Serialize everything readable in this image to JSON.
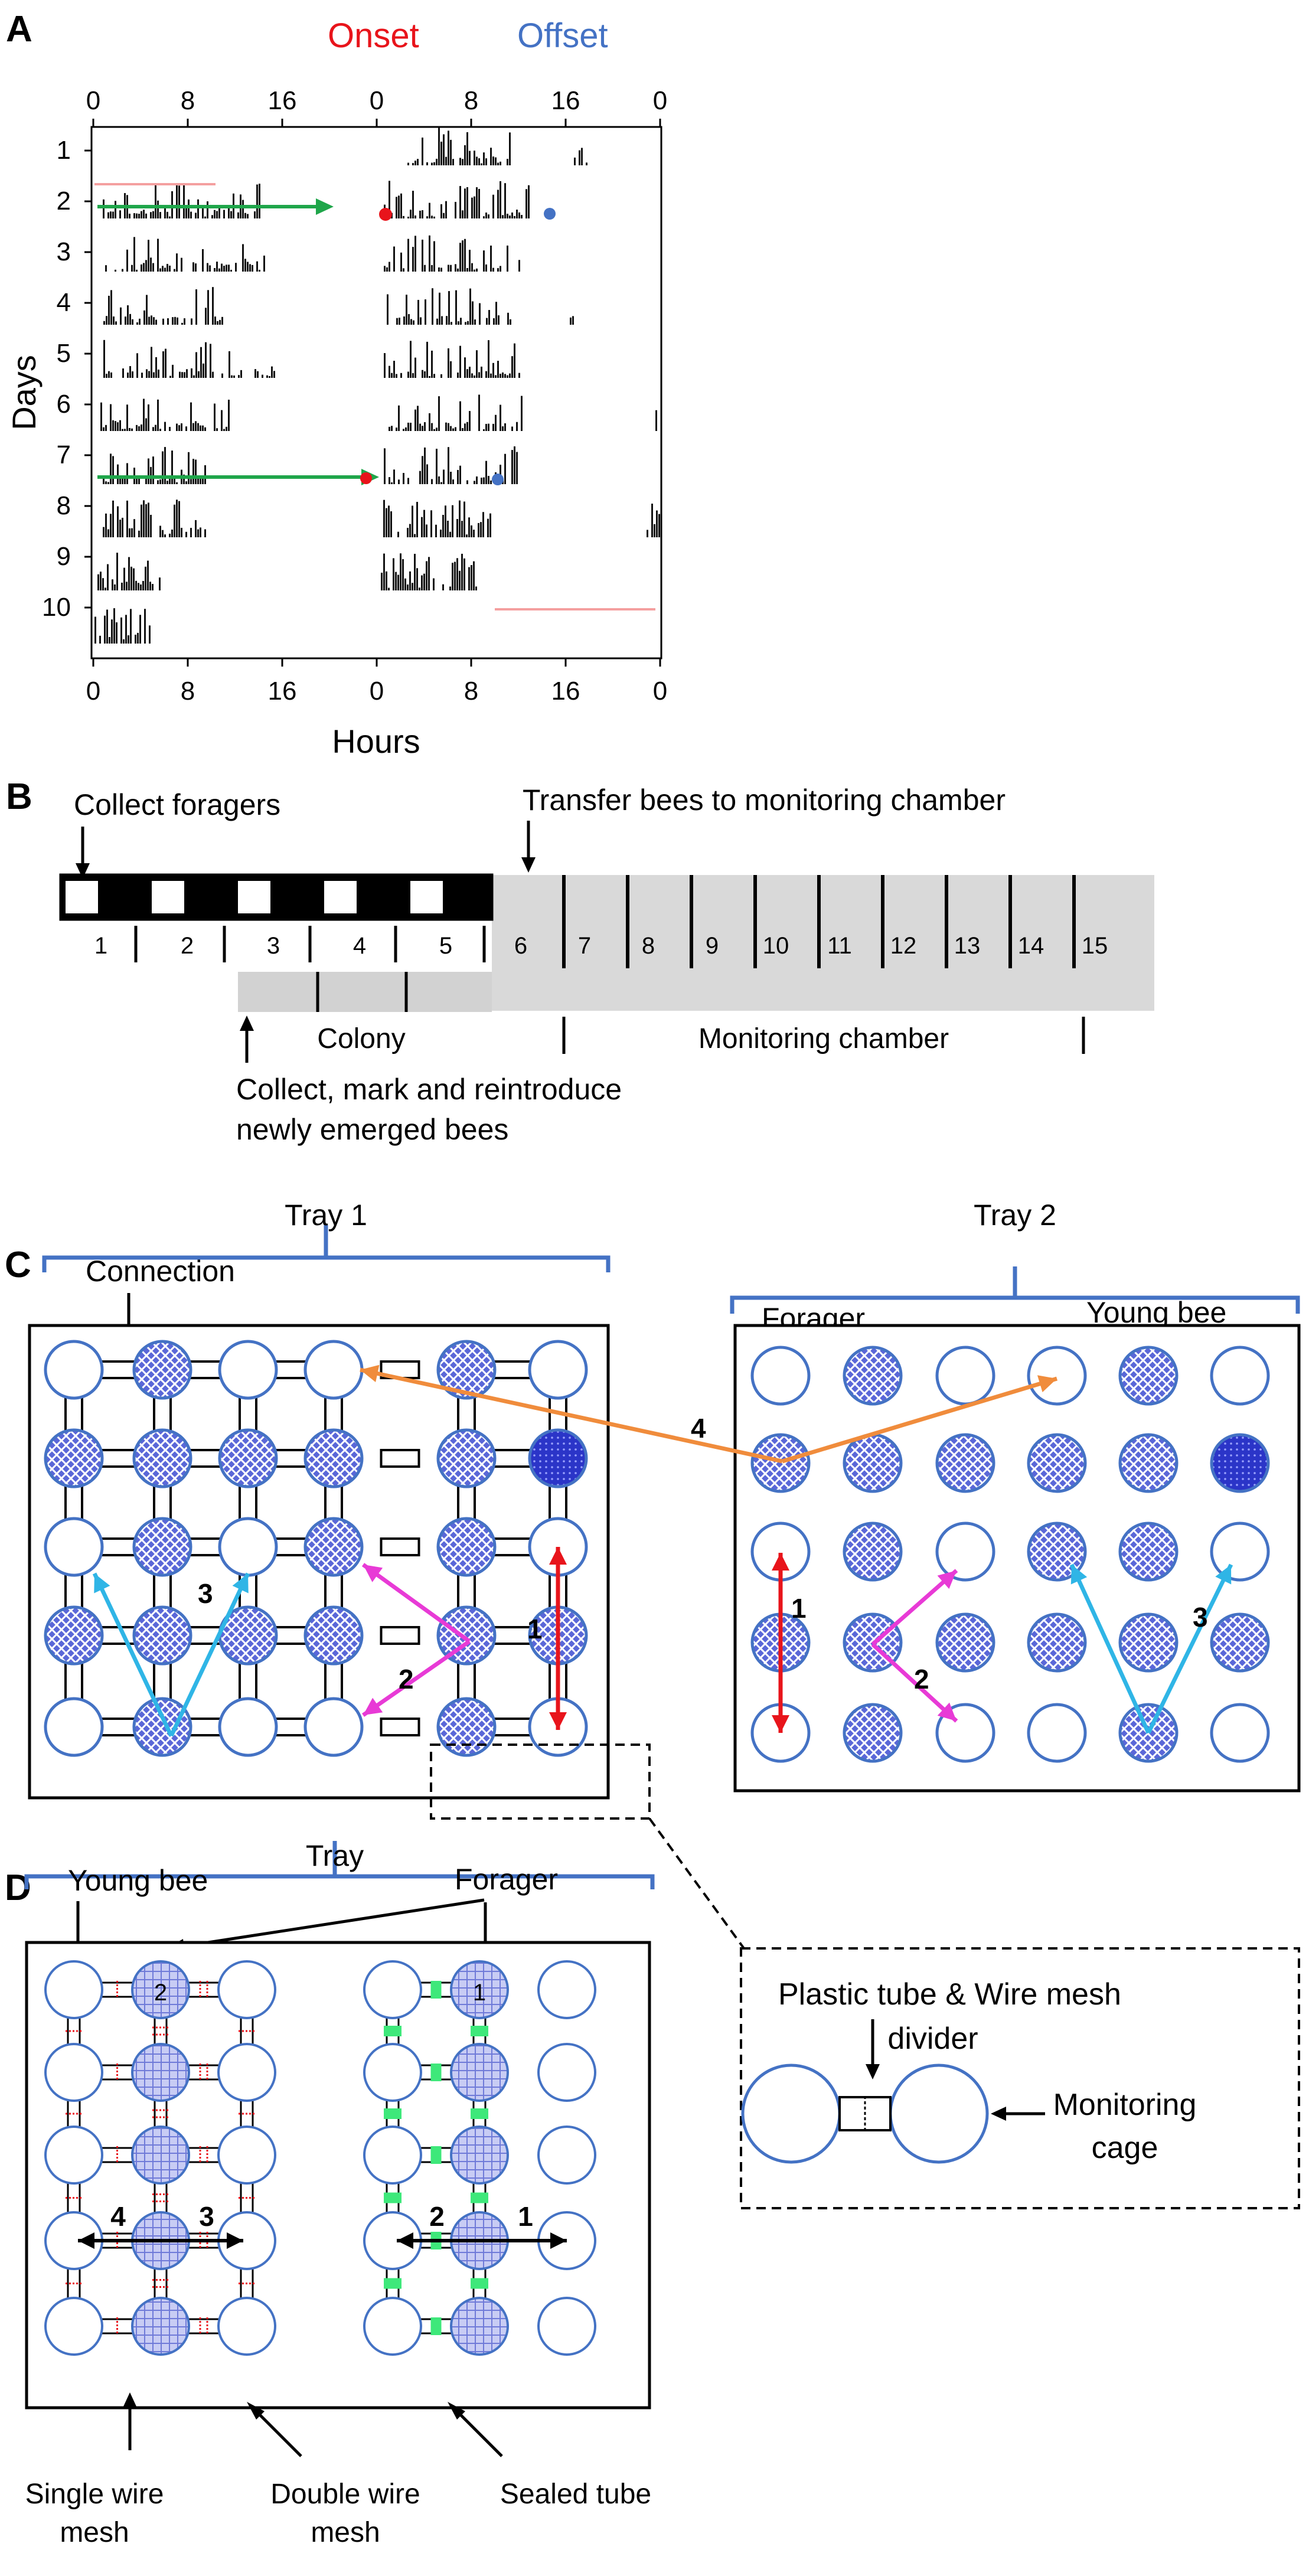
{
  "panelA": {
    "letter": "A",
    "legend": {
      "onset": "Onset",
      "offset": "Offset",
      "onset_color": "#e8141b",
      "offset_color": "#4472c4"
    },
    "x_ticks": [
      "0",
      "8",
      "16",
      "0",
      "8",
      "16",
      "0"
    ],
    "y_ticks": [
      "1",
      "2",
      "3",
      "4",
      "5",
      "6",
      "7",
      "8",
      "9",
      "10"
    ],
    "ylabel": "Days",
    "xlabel": "Hours",
    "arrow_color": "#1fa64a",
    "shade_color": "#f4a0a0"
  },
  "panelB": {
    "letter": "B",
    "collect_foragers": "Collect foragers",
    "transfer_bees": "Transfer bees to monitoring chamber",
    "days": [
      "1",
      "2",
      "3",
      "4",
      "5",
      "6",
      "7",
      "8",
      "9",
      "10",
      "11",
      "12",
      "13",
      "14",
      "15"
    ],
    "colony": "Colony",
    "monitoring_chamber": "Monitoring chamber",
    "collect_mark_line1": "Collect, mark and reintroduce",
    "collect_mark_line2": "newly emerged bees"
  },
  "panelC": {
    "letter": "C",
    "tray1": "Tray 1",
    "tray2": "Tray 2",
    "connection": "Connection",
    "forager": "Forager",
    "young_bee": "Young bee",
    "numbers": [
      "1",
      "2",
      "3",
      "4"
    ],
    "colors": {
      "pair1": "#e8141b",
      "pair2": "#e83ad6",
      "pair3": "#2fb5e6",
      "pair4": "#f08c3c",
      "bracket": "#4472c4"
    },
    "inset": {
      "tube_line1": "Plastic tube & Wire mesh",
      "tube_line2": "divider",
      "cage_line1": "Monitoring",
      "cage_line2": "cage"
    }
  },
  "panelD": {
    "letter": "D",
    "tray": "Tray",
    "young_bee": "Young bee",
    "forager": "Forager",
    "cage_numbers": [
      "2",
      "1"
    ],
    "arrow_numbers": [
      "4",
      "3",
      "2",
      "1"
    ],
    "single_wire_line1": "Single wire",
    "single_wire_line2": "mesh",
    "double_wire_line1": "Double wire",
    "double_wire_line2": "mesh",
    "sealed_tube": "Sealed tube",
    "colors": {
      "mesh": "#e8141b",
      "sealed": "#3ee87a"
    }
  }
}
